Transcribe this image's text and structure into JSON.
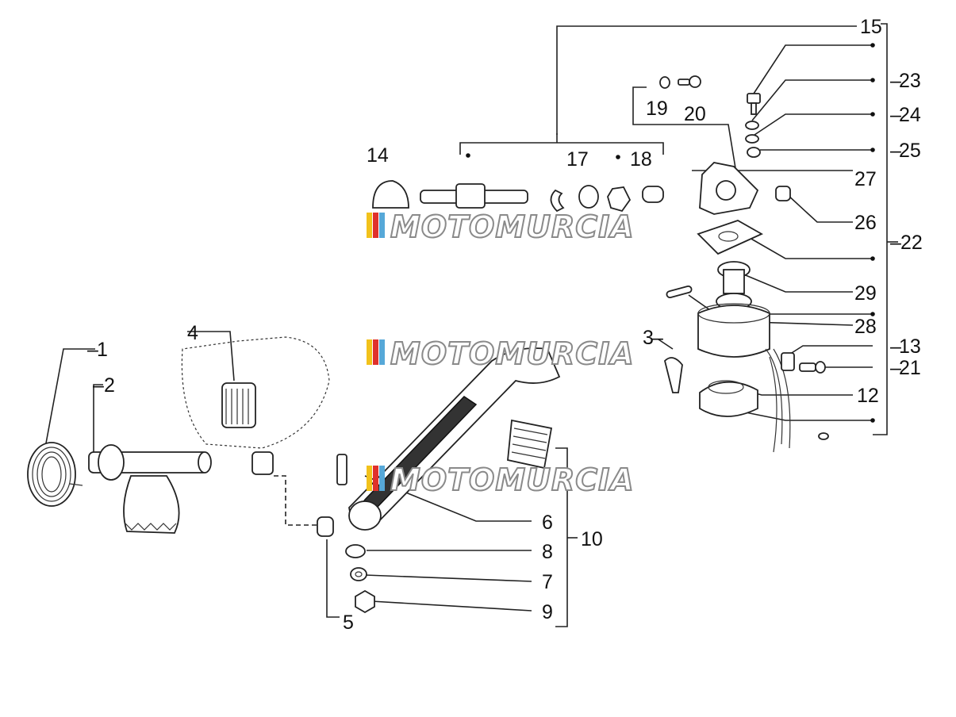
{
  "diagram": {
    "callouts": [
      "1",
      "2",
      "3",
      "4",
      "5",
      "6",
      "7",
      "8",
      "9",
      "10",
      "12",
      "13",
      "14",
      "15",
      "17",
      "18",
      "19",
      "20",
      "21",
      "22",
      "23",
      "24",
      "25",
      "26",
      "27",
      "28",
      "29"
    ],
    "watermark": "MOTOMURCIA",
    "brand_colors": [
      "#f2c21b",
      "#e0312b",
      "#56a8d8"
    ]
  }
}
